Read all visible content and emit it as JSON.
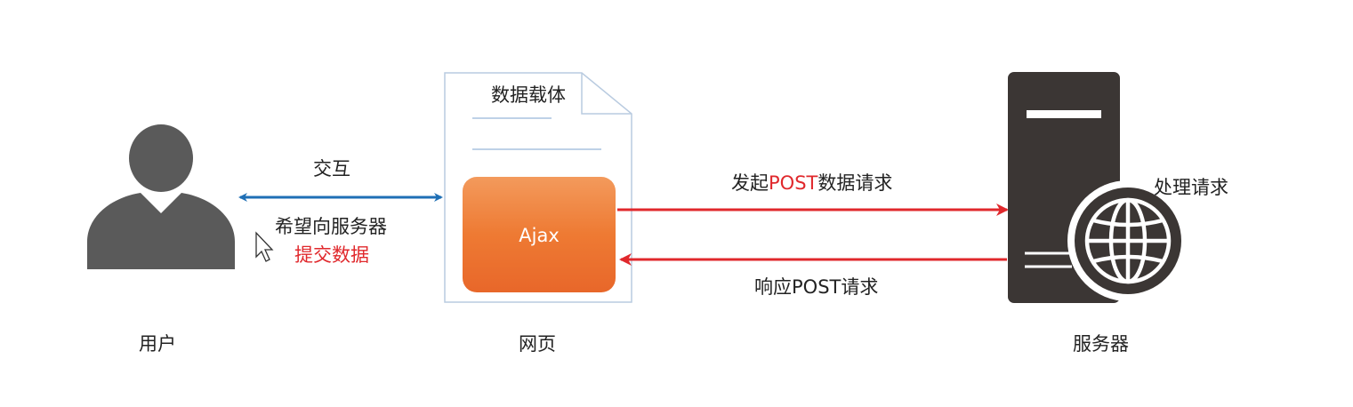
{
  "diagram": {
    "user_label": "用户",
    "interaction_label": "交互",
    "wish_label": "希望向服务器",
    "submit_label": "提交数据",
    "data_carrier_label": "数据载体",
    "ajax_label": "Ajax",
    "webpage_label": "网页",
    "post_request_prefix": "发起",
    "post_request_highlight": "POST",
    "post_request_suffix": "数据请求",
    "response_label": "响应POST请求",
    "process_label": "处理请求",
    "server_label": "服务器"
  },
  "colors": {
    "person": "#5a5a5a",
    "server": "#3b3634",
    "blue_arrow": "#1f6fb5",
    "red_arrow": "#e0282c",
    "ajax_orange": "#ee7a33",
    "page_border": "#b9cbe0"
  }
}
